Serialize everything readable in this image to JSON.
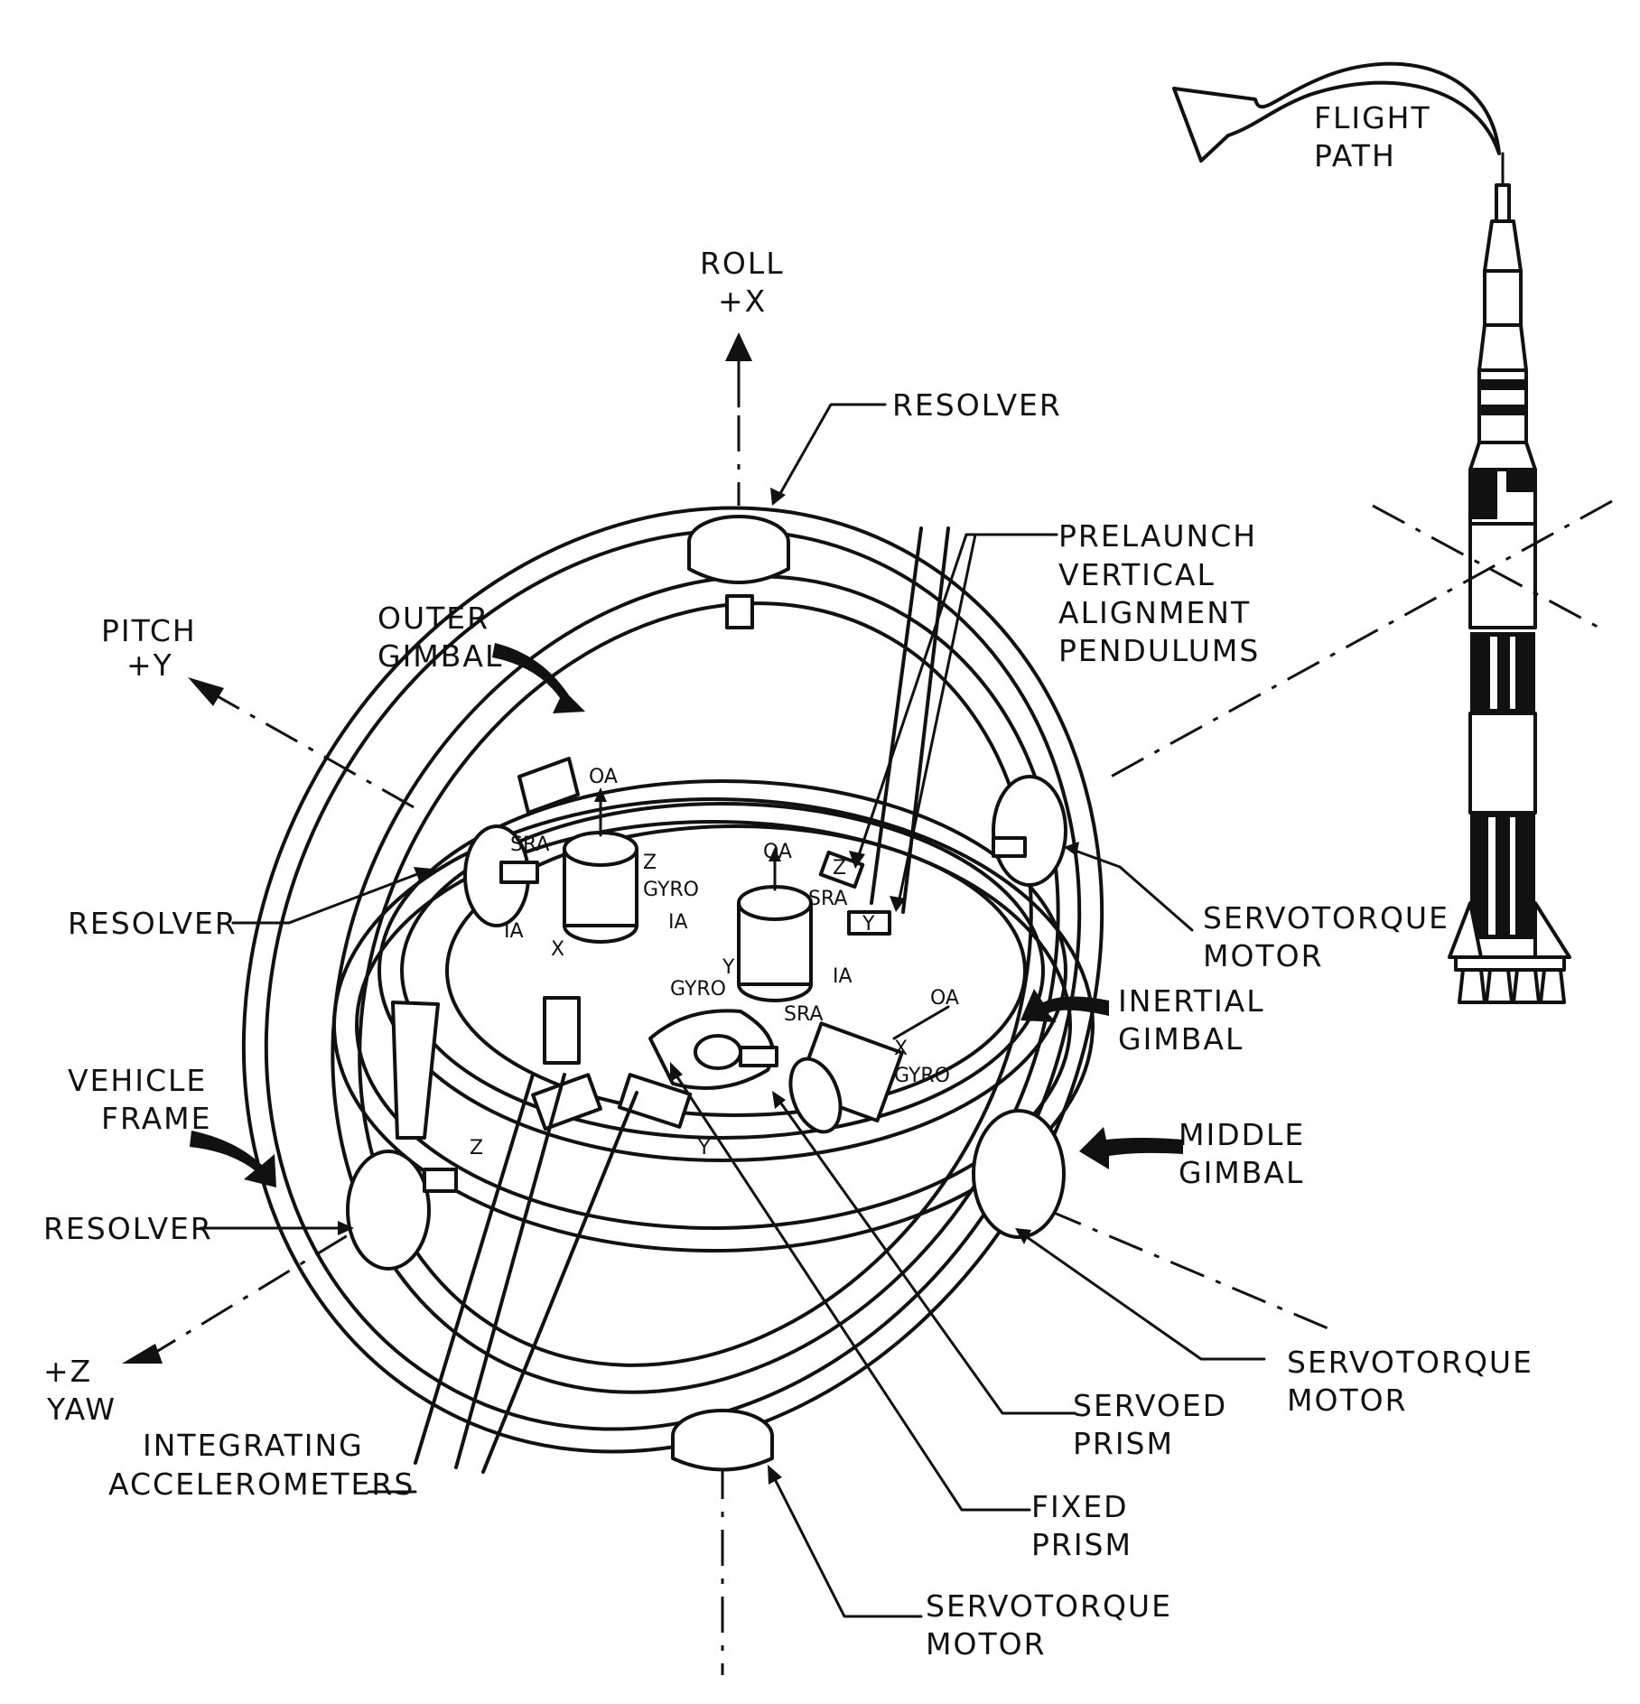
{
  "labels": {
    "flight_path": [
      "FLIGHT",
      "PATH"
    ],
    "roll": [
      "ROLL",
      "+X"
    ],
    "resolver_top": "RESOLVER",
    "prelaunch": [
      "PRELAUNCH",
      "VERTICAL",
      "ALIGNMENT",
      "PENDULUMS"
    ],
    "pitch": [
      "PITCH",
      "+Y"
    ],
    "outer_gimbal": [
      "OUTER",
      "GIMBAL"
    ],
    "resolver_left": "RESOLVER",
    "servotorque_right_upper": [
      "SERVOTORQUE",
      "MOTOR"
    ],
    "inertial_gimbal": [
      "INERTIAL",
      "GIMBAL"
    ],
    "vehicle_frame": [
      "VEHICLE",
      "FRAME"
    ],
    "middle_gimbal": [
      "MIDDLE",
      "GIMBAL"
    ],
    "resolver_lower": "RESOLVER",
    "servotorque_right_lower": [
      "SERVOTORQUE",
      "MOTOR"
    ],
    "yaw": [
      "+Z",
      "YAW"
    ],
    "servoed_prism": [
      "SERVOED",
      "PRISM"
    ],
    "integrating_accelerometers": [
      "INTEGRATING",
      "ACCELEROMETERS"
    ],
    "fixed_prism": [
      "FIXED",
      "PRISM"
    ],
    "servotorque_bottom": [
      "SERVOTORQUE",
      "MOTOR"
    ]
  },
  "gyros": {
    "z": {
      "oa": "OA",
      "sra": "SRA",
      "ia": "IA",
      "name": [
        "Z",
        "GYRO"
      ]
    },
    "y": {
      "oa": "OA",
      "sra": "SRA",
      "ia": "IA",
      "name": [
        "Y",
        "GYRO"
      ]
    },
    "x": {
      "oa": "OA",
      "sra": "SRA",
      "ia": "IA",
      "name": [
        "X",
        "GYRO"
      ]
    }
  },
  "axes_small": {
    "accel_x": "X",
    "accel_z": "Z",
    "accel_y": "Y",
    "pendulum_z": "Z",
    "pendulum_y": "Y"
  },
  "icons": [
    "flight-path-arrow-icon",
    "saturn-v-rocket-icon",
    "gimbal-assembly-icon"
  ],
  "colors": {
    "ink": "#111111",
    "paper": "#ffffff"
  }
}
